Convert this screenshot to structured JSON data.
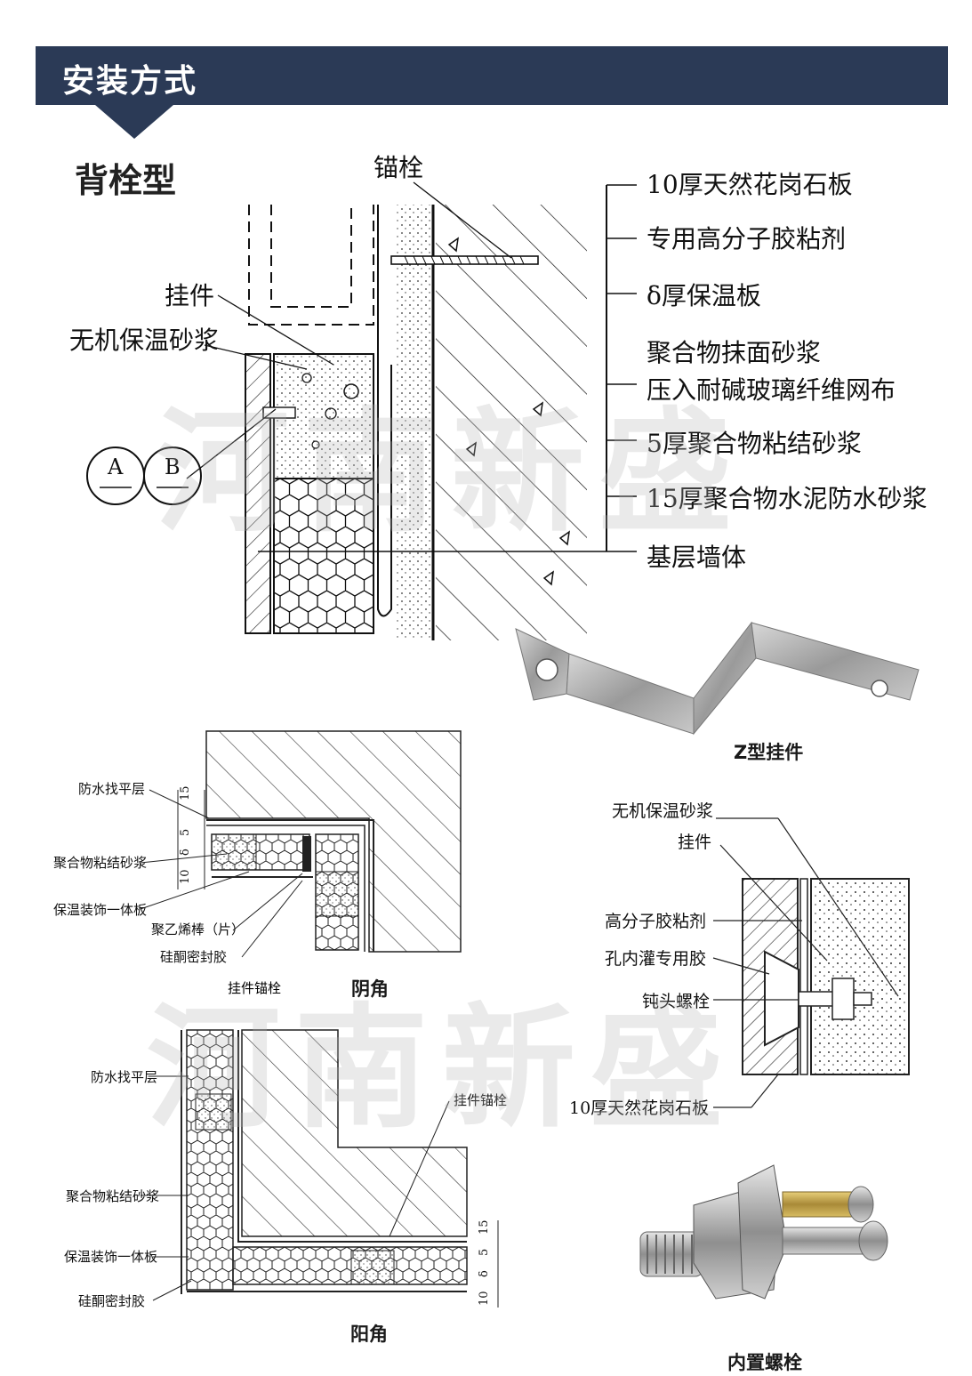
{
  "header": {
    "title": "安装方式",
    "accent_color": "#2b3a56"
  },
  "section": {
    "title": "背栓型"
  },
  "watermark": "河南新盛",
  "main_drawing": {
    "top_label": "锚栓",
    "left_labels": [
      "挂件",
      "无机保温砂浆"
    ],
    "circles": [
      "A",
      "B"
    ],
    "layers": [
      "10厚天然花岗石板",
      "专用高分子胶粘剂",
      "δ厚保温板",
      "聚合物抹面砂浆",
      "压入耐碱玻璃纤维网布",
      "5厚聚合物粘结砂浆",
      "15厚聚合物水泥防水砂浆",
      "基层墙体"
    ]
  },
  "z_bracket": {
    "caption": "Z型挂件"
  },
  "inner_corner": {
    "caption": "阴角",
    "labels": [
      "防水找平层",
      "聚合物粘结砂浆",
      "保温装饰一体板",
      "聚乙烯棒（片）",
      "硅酮密封胶",
      "挂件锚栓"
    ],
    "dims": [
      "15",
      "5",
      "δ",
      "10"
    ]
  },
  "bolt_detail": {
    "labels": [
      "无机保温砂浆",
      "挂件",
      "高分子胶粘剂",
      "孔内灌专用胶",
      "钝头螺栓",
      "10厚天然花岗石板"
    ]
  },
  "outer_corner": {
    "caption": "阳角",
    "labels": [
      "防水找平层",
      "挂件锚栓",
      "聚合物粘结砂浆",
      "保温装饰一体板",
      "硅酮密封胶"
    ],
    "dims": [
      "15",
      "5",
      "δ",
      "10"
    ]
  },
  "bolt_photo": {
    "caption": "内置螺栓"
  }
}
